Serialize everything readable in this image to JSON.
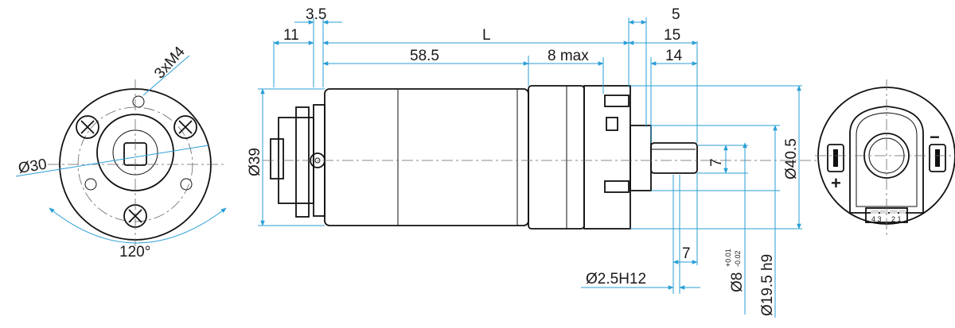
{
  "front_view": {
    "thread_label": "3xM4",
    "diameter_label": "Ø30",
    "angle_label": "120°"
  },
  "side_view": {
    "dim_3_5": "3.5",
    "dim_11": "11",
    "dim_L": "L",
    "dim_58_5": "58.5",
    "dim_8max": "8 max",
    "dim_5": "5",
    "dim_15": "15",
    "dim_14": "14",
    "dim_d39": "Ø39",
    "dim_7_right": "7",
    "dim_7_bottom": "7",
    "dim_d2_5": "Ø2.5H12",
    "dim_d8": "Ø8",
    "tol_upper": "+0.01",
    "tol_lower": "-0.02",
    "dim_d19_5": "Ø19.5 h9",
    "dim_d40_5": "Ø40.5"
  },
  "rear_view": {
    "plus_sign": "+",
    "minus_sign": "−",
    "pins_left": "4 3",
    "pins_right": "2 1"
  }
}
